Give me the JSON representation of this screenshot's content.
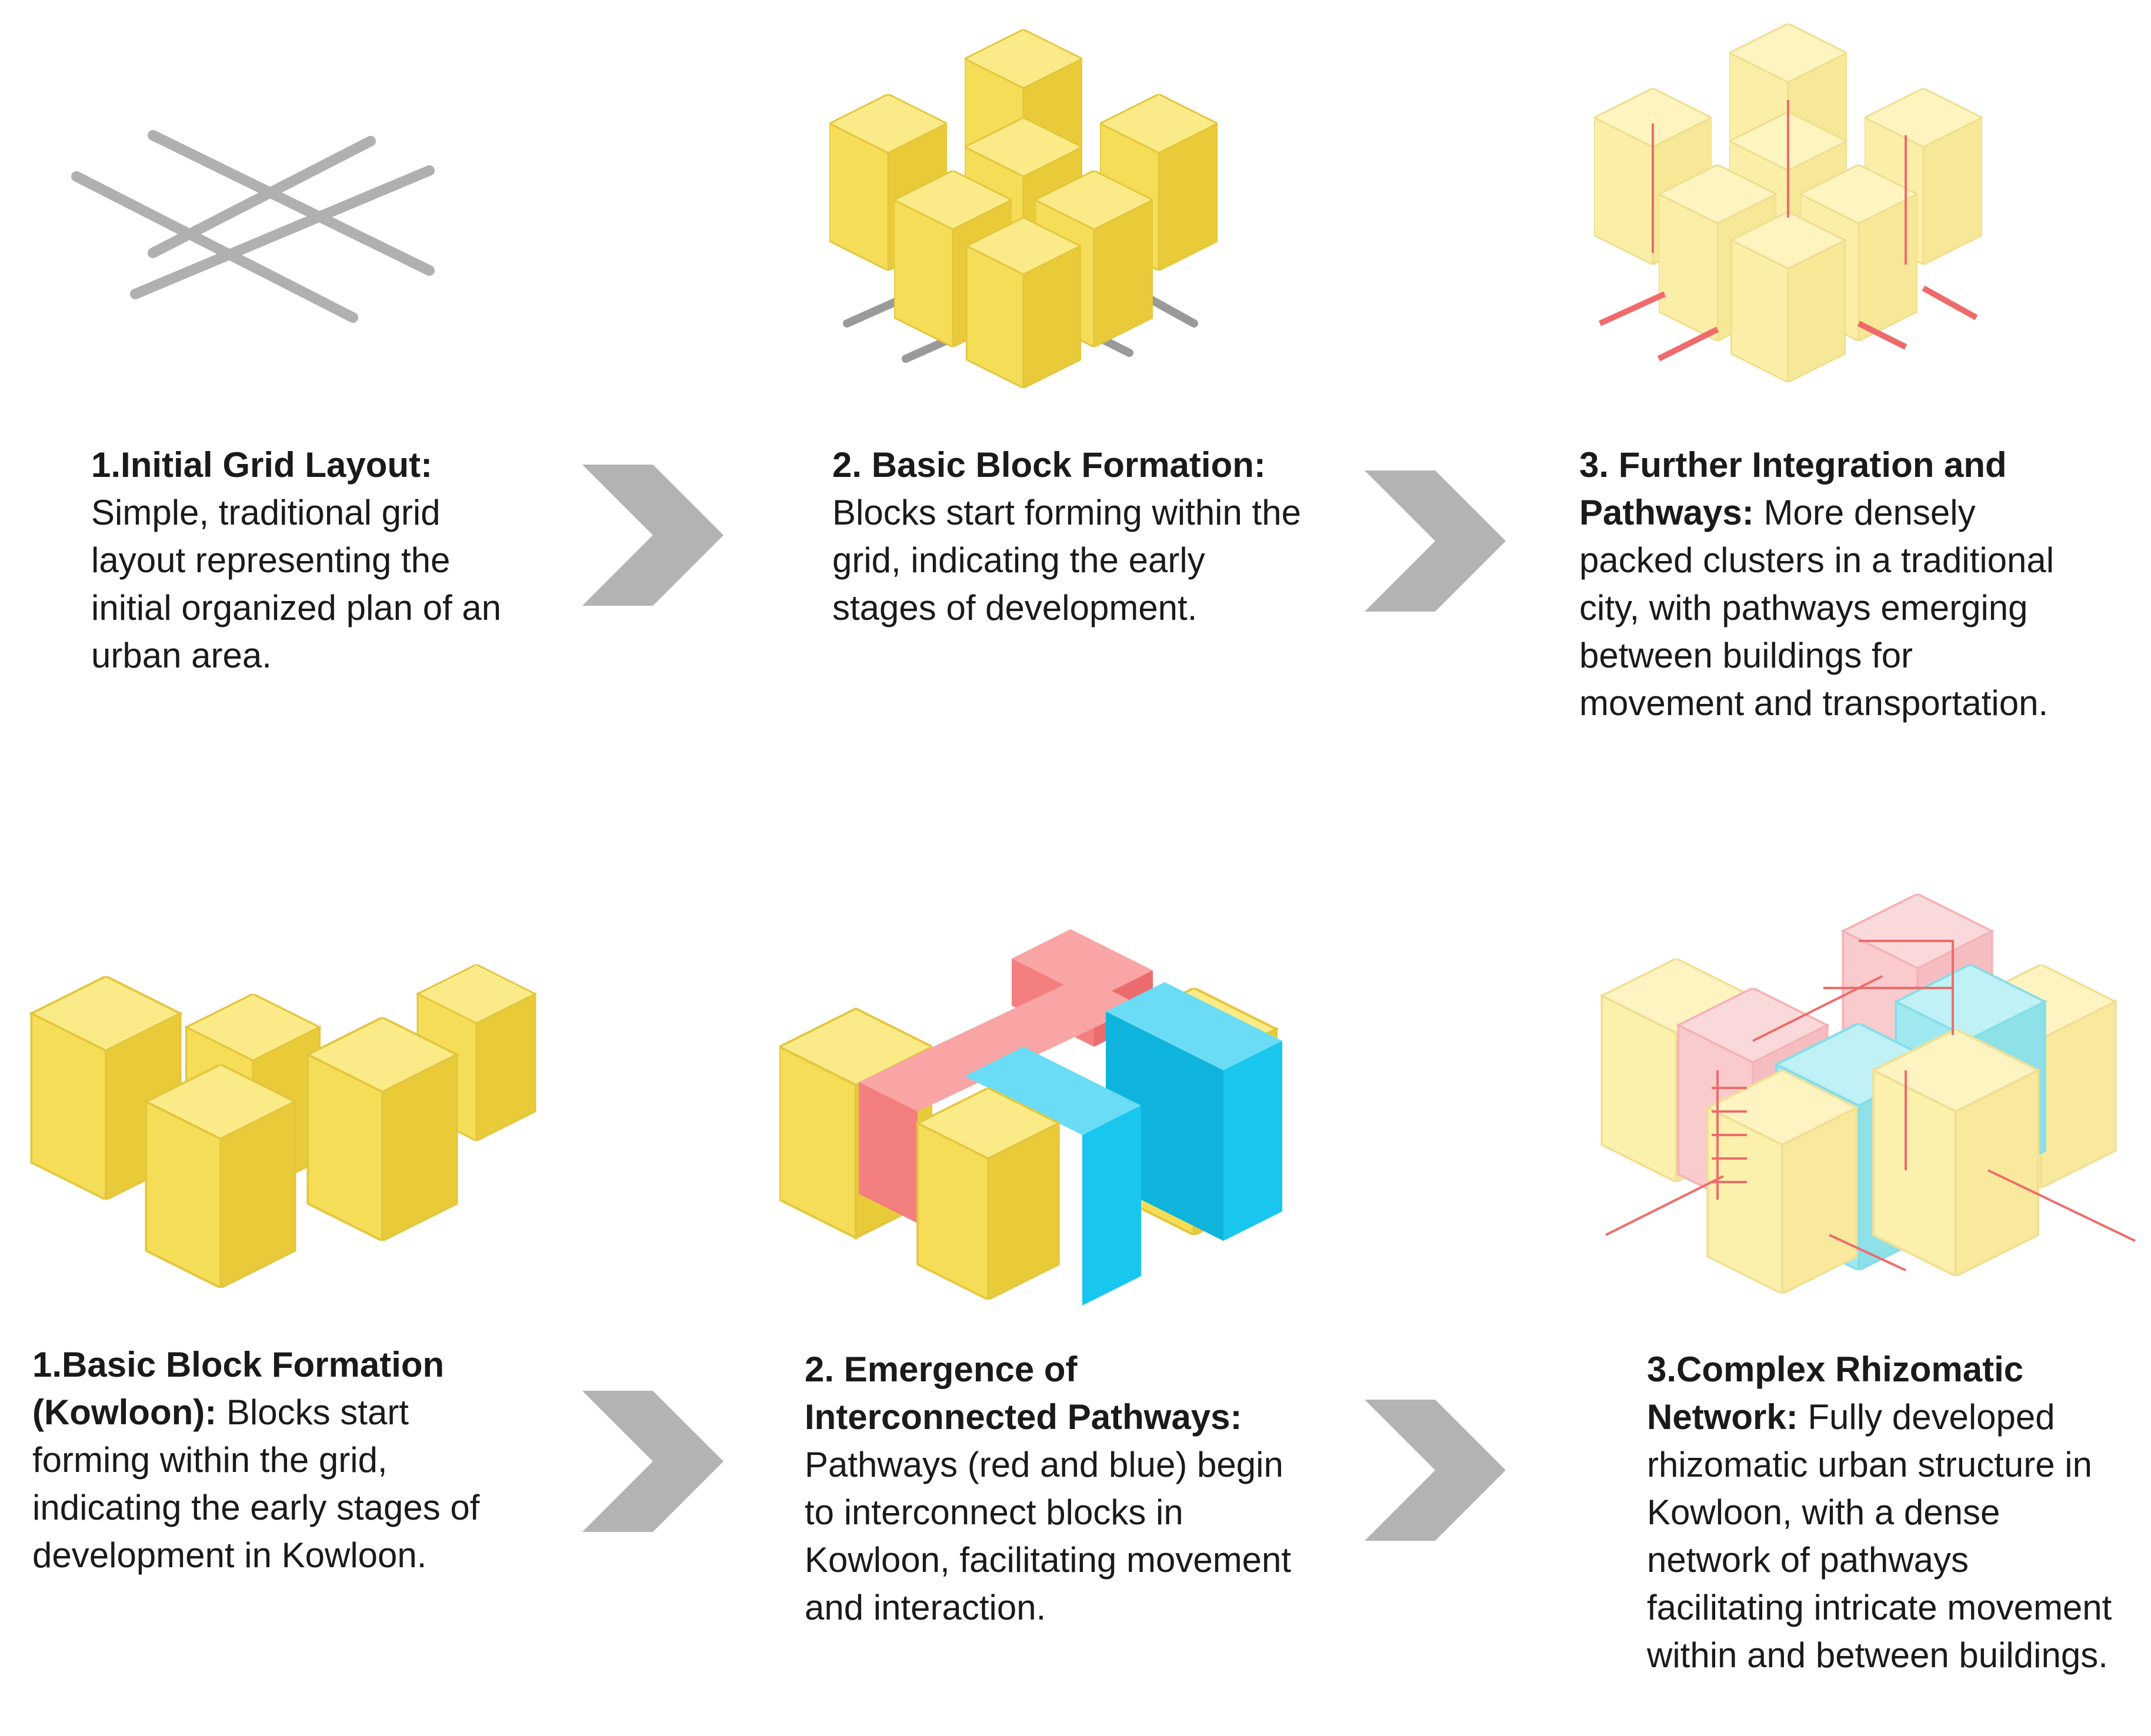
{
  "colors": {
    "grid_gray": "#a8a8a8",
    "block_yellow": "#f5dd57",
    "block_yellow_light": "#fbeb88",
    "block_yellow_dark": "#d9b92b",
    "pathway_red": "#f47f7f",
    "pathway_blue": "#19c6ee",
    "faded_yellow": "#fbee9e",
    "faded_pink": "#f8c2c4",
    "faded_cyan": "#8fe6ef",
    "arrow_gray": "#b3b3b3",
    "text": "#1a1a1a"
  },
  "arrows": [
    {
      "icon": "chevron-right-icon"
    },
    {
      "icon": "chevron-right-icon"
    },
    {
      "icon": "chevron-right-icon"
    },
    {
      "icon": "chevron-right-icon"
    }
  ],
  "rows": [
    {
      "stages": [
        {
          "illustration": "simple-grid-lines",
          "title": "1.Initial Grid Layout:",
          "body": "Simple, traditional grid layout representing the initial organized plan of an urban area."
        },
        {
          "illustration": "basic-blocks-on-grid",
          "title": "2. Basic Block Formation:",
          "body": "Blocks start forming within the grid, indicating the early stages of development."
        },
        {
          "illustration": "translucent-blocks-with-pathways",
          "title": "3. Further Integration and Pathways:",
          "body": "More densely packed clusters in a traditional city, with pathways emerging between buildings for movement and transportation."
        }
      ]
    },
    {
      "stages": [
        {
          "illustration": "kowloon-basic-blocks",
          "title": "1.Basic Block Formation (Kowloon):",
          "body": "Blocks start forming within the grid, indicating the early stages of development in Kowloon."
        },
        {
          "illustration": "red-and-blue-pathway-blocks",
          "title": "2. Emergence of Interconnected Pathways:",
          "body": "Pathways (red and blue) begin to interconnect blocks in Kowloon, facilitating movement and interaction."
        },
        {
          "illustration": "complex-rhizomatic-network",
          "title": "3.Complex Rhizomatic Network:",
          "body": "Fully developed rhizomatic urban structure in Kowloon, with a dense network of pathways facilitating intricate movement within and between buildings."
        }
      ]
    }
  ]
}
